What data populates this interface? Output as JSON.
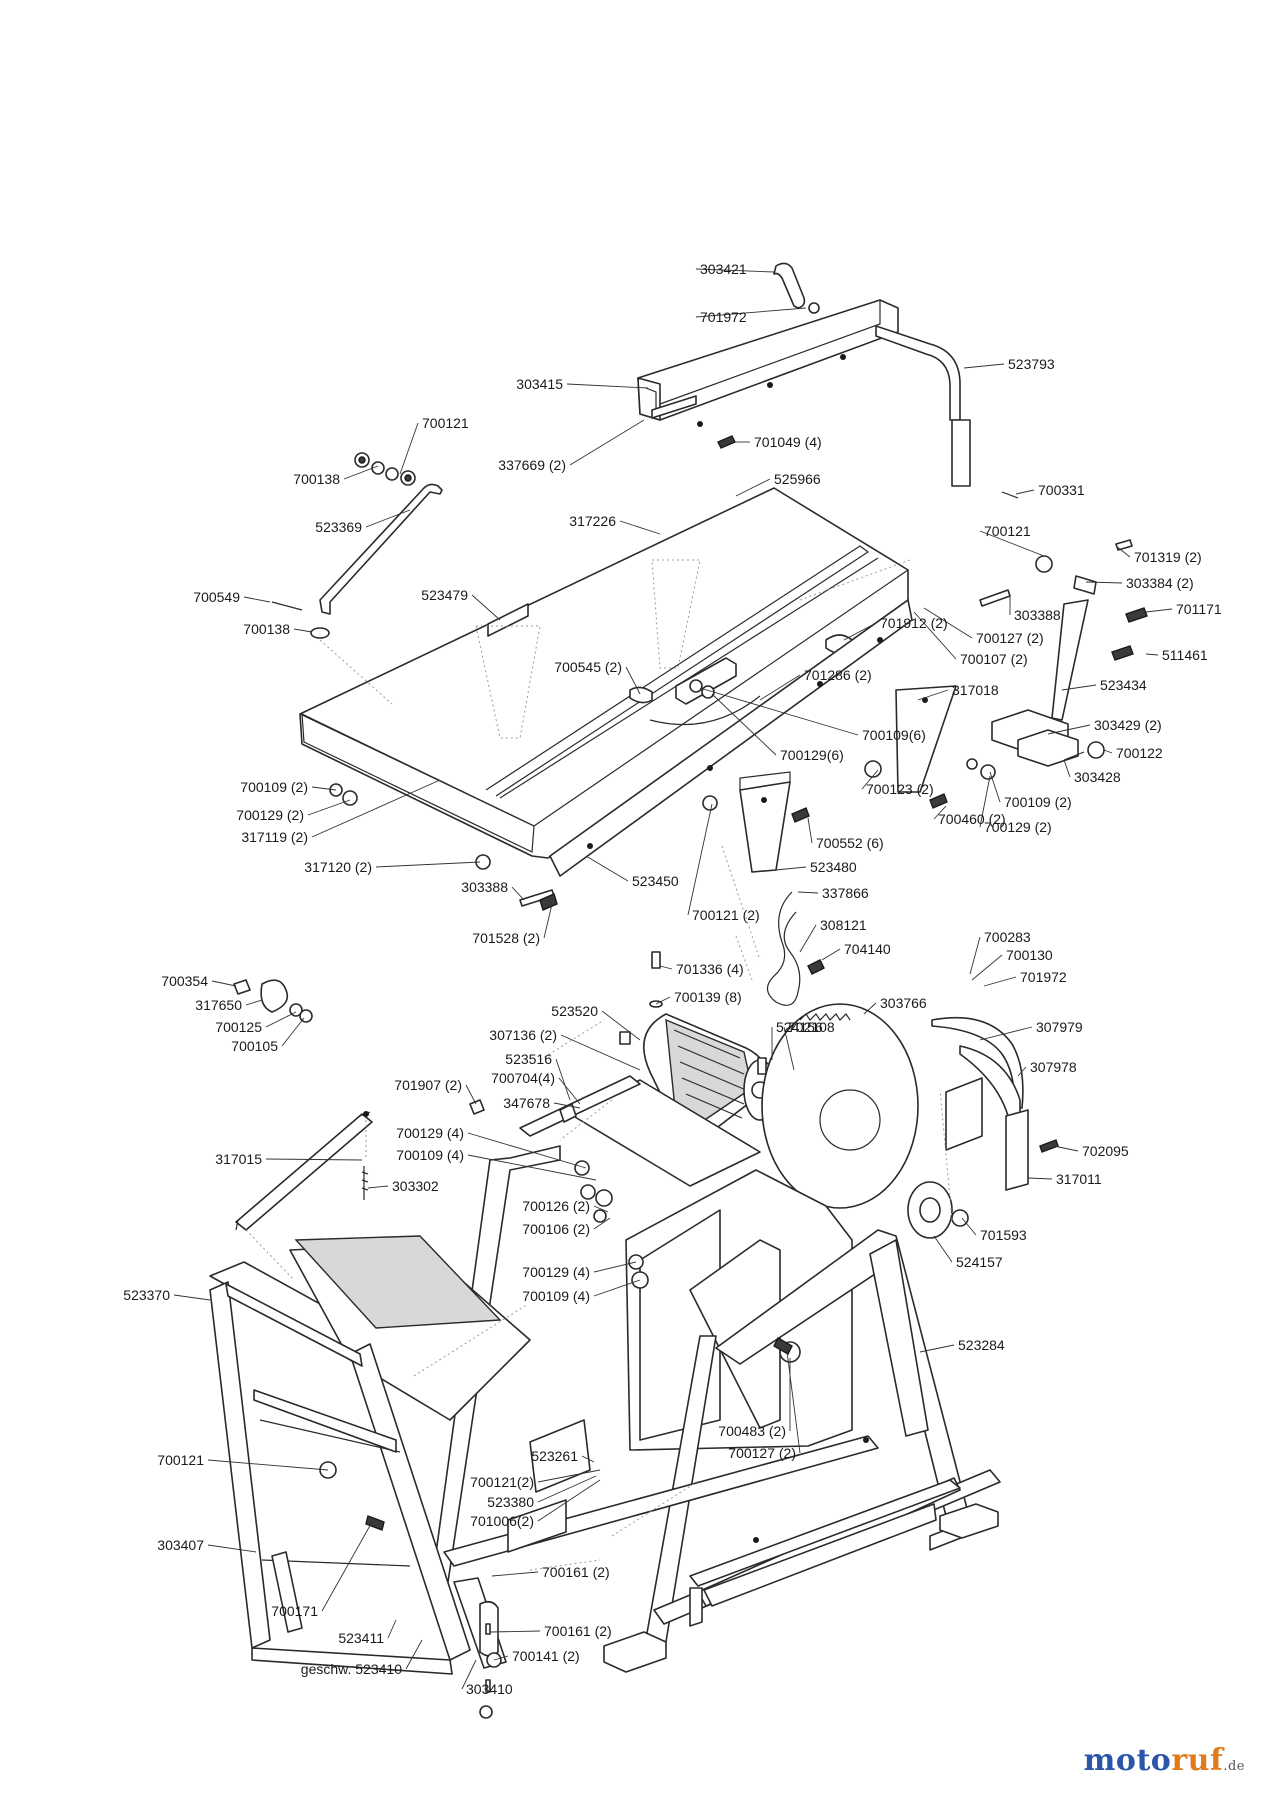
{
  "labels": [
    "303421",
    "701972",
    "303415",
    "523793",
    "701049 (4)",
    "337669 (2)",
    "700331",
    "700121",
    "700138",
    "523369",
    "525966",
    "317226",
    "523479",
    "700549",
    "700138",
    "700121",
    "701319 (2)",
    "303384 (2)",
    "701171",
    "303388",
    "701912 (2)",
    "700127 (2)",
    "700107 (2)",
    "511461",
    "700545 (2)",
    "701286 (2)",
    "317018",
    "523434",
    "303429 (2)",
    "700122",
    "700109(6)",
    "700129(6)",
    "303428",
    "700123 (2)",
    "700109 (2)",
    "700460 (2)",
    "700129 (2)",
    "700552 (6)",
    "700109 (2)",
    "700129 (2)",
    "317119 (2)",
    "317120 (2)",
    "303388",
    "523450",
    "523480",
    "337866",
    "700121 (2)",
    "701528 (2)",
    "308121",
    "704140",
    "701336 (4)",
    "700139 (8)",
    "700283",
    "700130",
    "701972",
    "700354",
    "317650",
    "700125",
    "700105",
    "523520",
    "307136 (2)",
    "524156",
    "702108",
    "303766",
    "307979",
    "523516",
    "700704(4)",
    "347678",
    "307978",
    "701907 (2)",
    "317015",
    "700129 (4)",
    "700109 (4)",
    "303302",
    "702095",
    "317011",
    "700126 (2)",
    "700106 (2)",
    "701593",
    "524157",
    "700129 (4)",
    "700109 (4)",
    "523370",
    "523284",
    "700483 (2)",
    "700127 (2)",
    "523261",
    "700121",
    "700121(2)",
    "523380",
    "701006(2)",
    "303407",
    "700161 (2)",
    "700171",
    "523411",
    "700161 (2)",
    "700141 (2)",
    "geschw. 523410",
    "303410"
  ],
  "logo": {
    "main": "motoruf",
    "tld": ".de"
  }
}
